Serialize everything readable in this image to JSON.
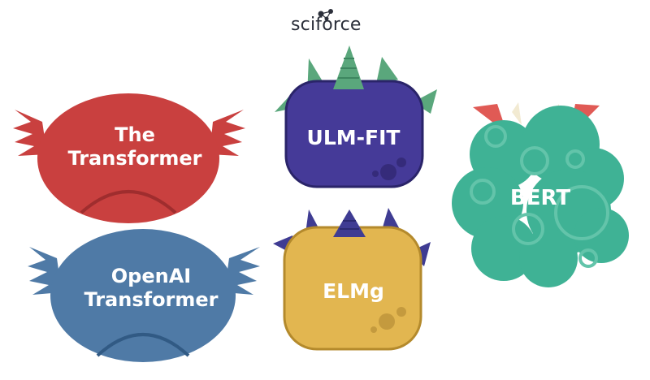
{
  "brand": {
    "name": "sciforce"
  },
  "monsters": [
    {
      "label_lines": [
        "The",
        "Transformer"
      ],
      "color": "#c9403f"
    },
    {
      "label_lines": [
        "OpenAI",
        "Transformer"
      ],
      "color": "#4f7aa6"
    },
    {
      "label": "ULM-FIT",
      "color": "#453a98",
      "horn_color": "#5aa77c"
    },
    {
      "label": "ELMg",
      "color": "#e2b650",
      "horn_color": "#3f3c93"
    },
    {
      "label": "BERT",
      "color": "#3fb295",
      "horn_color": "#e05a55"
    }
  ]
}
